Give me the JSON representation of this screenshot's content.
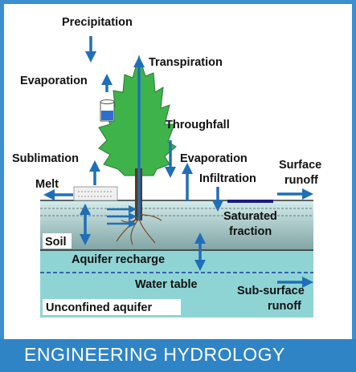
{
  "labels": {
    "precipitation": "Precipitation",
    "transpiration": "Transpiration",
    "evaporation_top": "Evaporation",
    "throughfall": "Throughfall",
    "sublimation": "Sublimation",
    "evaporation_mid": "Evaporation",
    "surface_runoff_1": "Surface",
    "surface_runoff_2": "runoff",
    "melt": "Melt",
    "infiltration": "Infiltration",
    "saturated_1": "Saturated",
    "saturated_2": "fraction",
    "soil": "Soil",
    "aquifer_recharge": "Aquifer recharge",
    "water_table": "Water table",
    "subsurface_1": "Sub-surface",
    "subsurface_2": "runoff",
    "unconfined_aquifer": "Unconfined aquifer"
  },
  "banner": {
    "title": "ENGINEERING HYDROLOGY"
  },
  "colors": {
    "arrow": "#1f6fb8",
    "tree": "#3eb34a",
    "soil_top": "#c9e6e6",
    "soil_bottom": "#7fa8a8",
    "aquifer": "#8fd4d4",
    "banner": "#2f84c6",
    "frame": "#3b8fd0"
  }
}
